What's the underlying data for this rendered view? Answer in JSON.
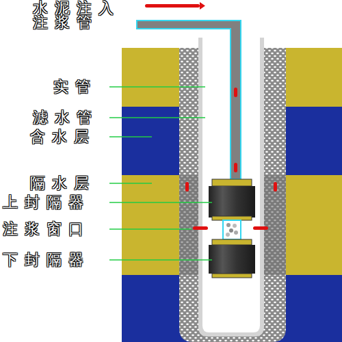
{
  "diagram": {
    "labels": [
      "水泥注入",
      "注浆管",
      "实管",
      "滤水管",
      "含水层",
      "隔水层",
      "上封隔器",
      "注浆窗口",
      "下封隔器"
    ]
  }
}
